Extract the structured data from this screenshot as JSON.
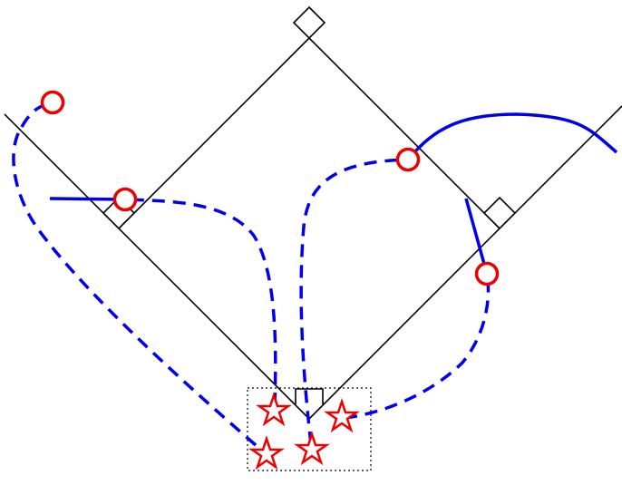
{
  "diagram": {
    "colors": {
      "field_lines": "#000000",
      "trajectory": "#0000ee",
      "endpoint_marker": "#ee0000",
      "batter_box": "#000000",
      "background": "#ffffff"
    },
    "marker_types": {
      "start": "star",
      "end": "circle"
    },
    "line_styles": {
      "projected_path": "dashed",
      "actual_path": "solid"
    }
  }
}
